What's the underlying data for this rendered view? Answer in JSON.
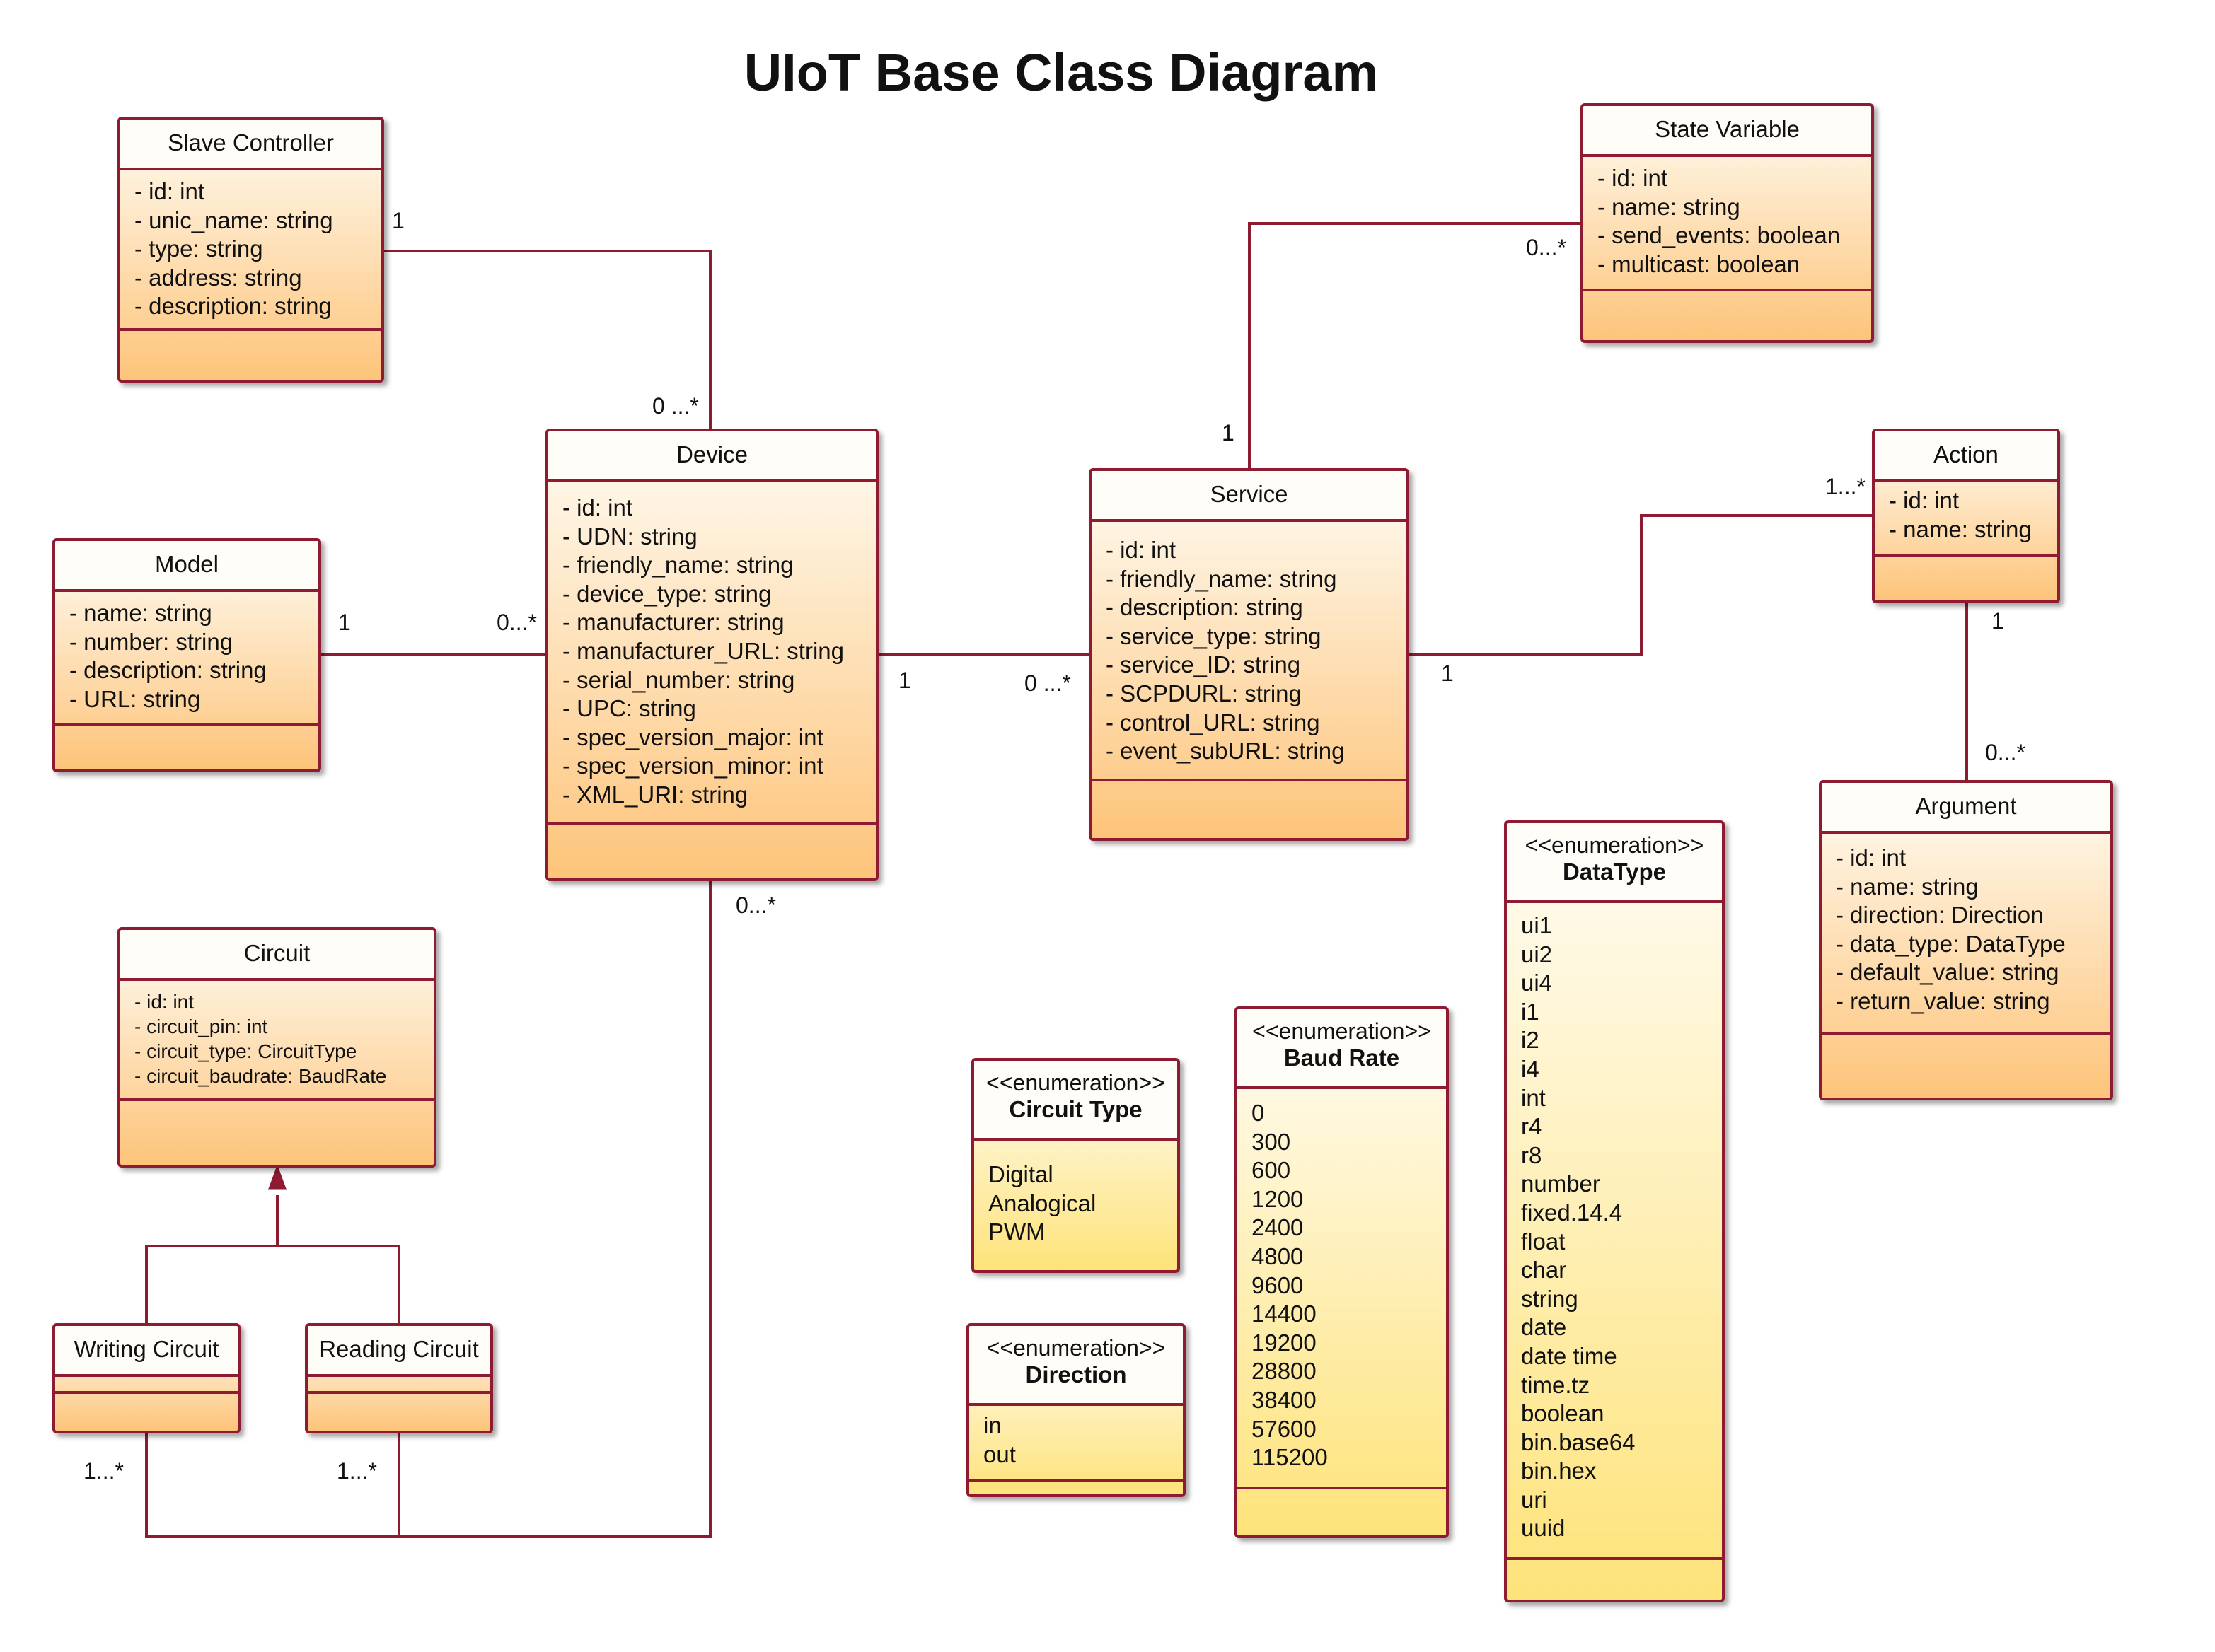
{
  "title": "UIoT Base Class Diagram",
  "classes": {
    "slave_controller": {
      "name": "Slave Controller",
      "attrs": [
        "- id: int",
        "- unic_name: string",
        "- type: string",
        "- address: string",
        "- description: string"
      ]
    },
    "device": {
      "name": "Device",
      "attrs": [
        "- id: int",
        "- UDN: string",
        "- friendly_name: string",
        "- device_type: string",
        "- manufacturer: string",
        "- manufacturer_URL: string",
        "- serial_number: string",
        "- UPC: string",
        "- spec_version_major: int",
        "- spec_version_minor: int",
        "- XML_URI: string"
      ]
    },
    "model": {
      "name": "Model",
      "attrs": [
        "- name: string",
        "- number: string",
        "- description: string",
        "- URL: string"
      ]
    },
    "service": {
      "name": "Service",
      "attrs": [
        "- id: int",
        "- friendly_name: string",
        "- description: string",
        "- service_type: string",
        "- service_ID: string",
        "- SCPDURL: string",
        "- control_URL: string",
        "- event_subURL: string"
      ]
    },
    "state_variable": {
      "name": "State Variable",
      "attrs": [
        "- id: int",
        "- name: string",
        "- send_events: boolean",
        "- multicast: boolean"
      ]
    },
    "action": {
      "name": "Action",
      "attrs": [
        "- id: int",
        "- name: string"
      ]
    },
    "argument": {
      "name": "Argument",
      "attrs": [
        "- id: int",
        "- name: string",
        "- direction: Direction",
        "- data_type: DataType",
        "- default_value: string",
        "- return_value: string"
      ]
    },
    "circuit": {
      "name": "Circuit",
      "attrs": [
        "- id: int",
        "- circuit_pin: int",
        "- circuit_type: CircuitType",
        "- circuit_baudrate: BaudRate"
      ]
    },
    "writing_circuit": {
      "name": "Writing Circuit"
    },
    "reading_circuit": {
      "name": "Reading Circuit"
    }
  },
  "enums": {
    "circuit_type": {
      "stereotype": "<<enumeration>>",
      "name": "Circuit Type",
      "values": [
        "Digital",
        "Analogical",
        "PWM"
      ]
    },
    "direction": {
      "stereotype": "<<enumeration>>",
      "name": "Direction",
      "values": [
        "in",
        "out"
      ]
    },
    "baud_rate": {
      "stereotype": "<<enumeration>>",
      "name": "Baud Rate",
      "values": [
        "0",
        "300",
        "600",
        "1200",
        "2400",
        "4800",
        "9600",
        "14400",
        "19200",
        "28800",
        "38400",
        "57600",
        "115200"
      ]
    },
    "data_type": {
      "stereotype": "<<enumeration>>",
      "name": "DataType",
      "values": [
        "ui1",
        "ui2",
        "ui4",
        "i1",
        "i2",
        "i4",
        "int",
        "r4",
        "r8",
        "number",
        "fixed.14.4",
        "float",
        "char",
        "string",
        "date",
        "date time",
        "time.tz",
        "boolean",
        "bin.base64",
        "bin.hex",
        "uri",
        "uuid"
      ]
    }
  },
  "multiplicities": {
    "slave_controller_device": [
      "1",
      "0 ...*"
    ],
    "model_device": [
      "1",
      "0...*"
    ],
    "device_service": [
      "1",
      "0 ...*"
    ],
    "service_state_variable": [
      "1",
      "0...*"
    ],
    "service_action": [
      "1",
      "1...*"
    ],
    "action_argument": [
      "1",
      "0...*"
    ],
    "device_circuit": [
      "0...*"
    ],
    "writing_circuit": [
      "1...*"
    ],
    "reading_circuit": [
      "1...*"
    ]
  },
  "colors": {
    "border": "#8e1b32",
    "class_fill": "#fdc47a",
    "enum_fill": "#fee37a"
  }
}
